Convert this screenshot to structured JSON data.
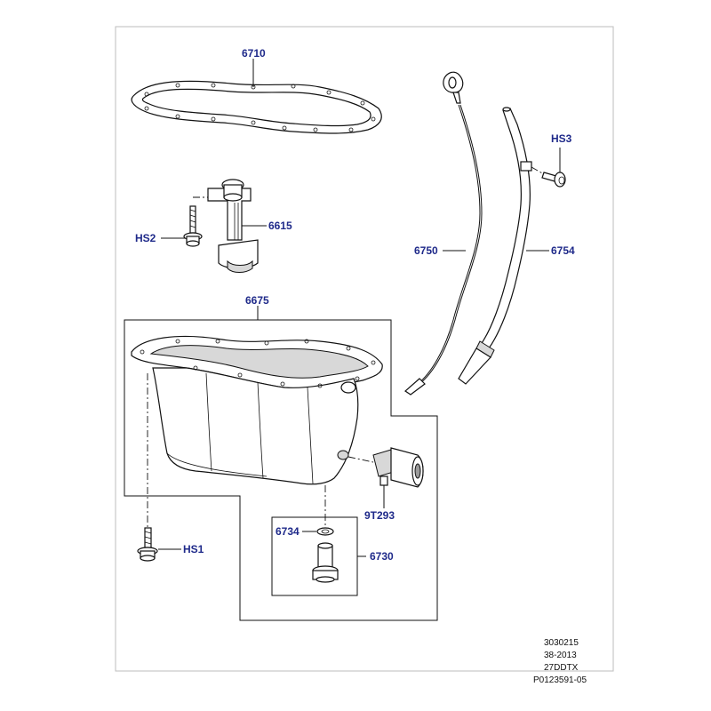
{
  "callouts": {
    "gasket": "6710",
    "oil_pickup": "6615",
    "bolt_hs2": "HS2",
    "oil_pan": "6675",
    "dipstick": "6750",
    "dipstick_tube": "6754",
    "bolt_hs3": "HS3",
    "oil_level_sensor": "9T293",
    "washer": "6734",
    "drain_plug": "6730",
    "bolt_hs1": "HS1"
  },
  "reference": {
    "line1": "3030215",
    "line2": "38-2013",
    "line3": "27DDTX",
    "line4": "P0123591-05"
  },
  "colors": {
    "label": "#1f2a8a",
    "line": "#111111",
    "frame": "#bdbdbd"
  }
}
